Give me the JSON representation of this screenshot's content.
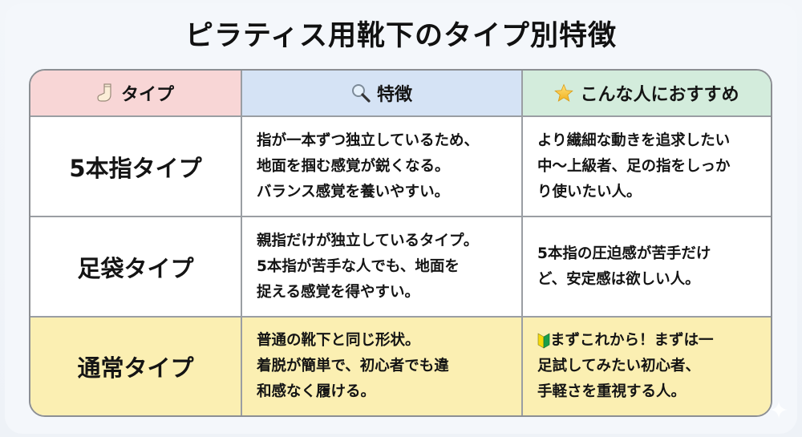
{
  "title": "ピラティス用靴下のタイプ別特徴",
  "headers": [
    {
      "icon": "sock-icon",
      "label": "タイプ"
    },
    {
      "icon": "magnifier-icon",
      "label": "特徴"
    },
    {
      "icon": "star-icon",
      "label": "こんな人におすすめ"
    }
  ],
  "rows": [
    {
      "type": "5本指タイプ",
      "features": [
        "指が一本ずつ独立しているため、",
        "地面を掴む感覚が鋭くなる。",
        "バランス感覚を養いやすい。"
      ],
      "recommended": [
        "より繊細な動きを追求したい",
        "中〜上級者、足の指をしっか",
        "り使いたい人。"
      ]
    },
    {
      "type": "足袋タイプ",
      "features": [
        "親指だけが独立しているタイプ。",
        "5本指が苦手な人でも、地面を",
        "捉える感覚を得やすい。"
      ],
      "recommended": [
        "5本指の圧迫感が苦手だけ",
        "ど、安定感は欲しい人。"
      ]
    },
    {
      "type": "通常タイプ",
      "features": [
        "普通の靴下と同じ形状。",
        "着脱が簡単で、初心者でも違",
        "和感なく履ける。"
      ],
      "recommended_icon": "beginner-mark-icon",
      "recommended": [
        "まずこれから！まずは一",
        "足試してみたい初心者、",
        "手軽さを重視する人。"
      ]
    }
  ],
  "colors": {
    "header_type": "#f8d6d6",
    "header_features": "#d5e3f5",
    "header_recommended": "#d3ecdc",
    "highlight_row": "#fbefb2",
    "border": "#8c8f93"
  }
}
